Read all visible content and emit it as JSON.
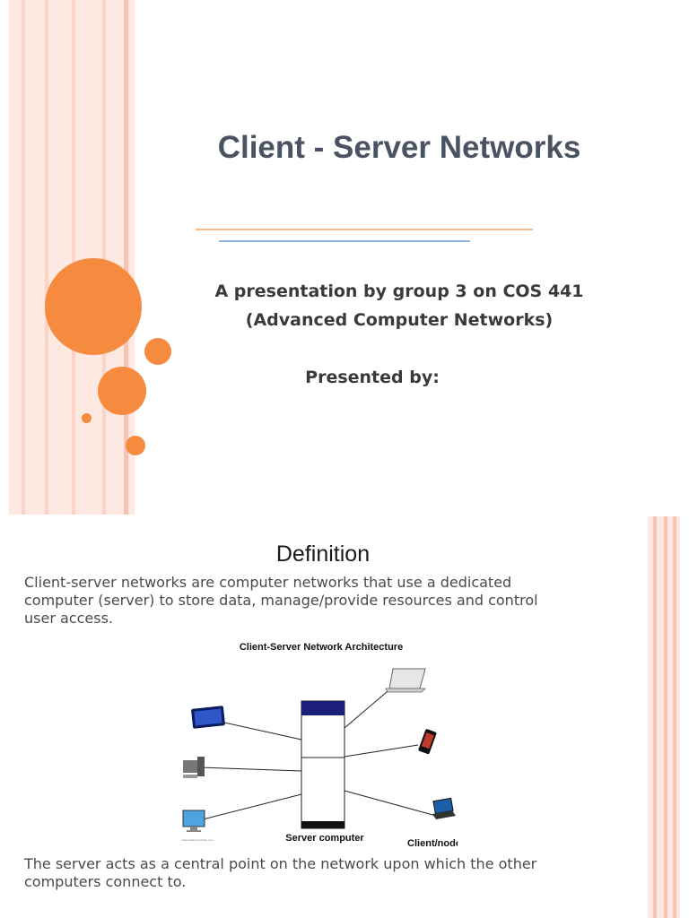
{
  "slide1": {
    "title": "Client - Server Networks",
    "subtitle_line1": "A presentation by group 3 on COS 441",
    "subtitle_line2": "(Advanced Computer Networks)",
    "presented_by": "Presented by:",
    "colors": {
      "accent": "#f68a3f",
      "rule_orange": "#f6b98a",
      "rule_blue": "#8fb0e0",
      "stripe": "#fbd3c7"
    }
  },
  "slide2": {
    "title": "Definition",
    "definition_lines": [
      "Client-server networks are computer networks that use a dedicated",
      "computer (server) to store data, manage/provide resources and control",
      "user access."
    ],
    "diagram": {
      "title": "Client-Server Network Architecture",
      "server_label": "Server computer",
      "client_label": "Client/node",
      "credit": "www.teachcomputing.com",
      "icons": [
        "tablet-icon",
        "laptop-icon",
        "smartphone-icon",
        "desktop-pc-icon",
        "netbook-icon",
        "monitor-icon",
        "server-tower-icon"
      ]
    },
    "closing_lines": [
      "The server acts as a central point on the network upon which the other",
      "computers connect to."
    ]
  }
}
